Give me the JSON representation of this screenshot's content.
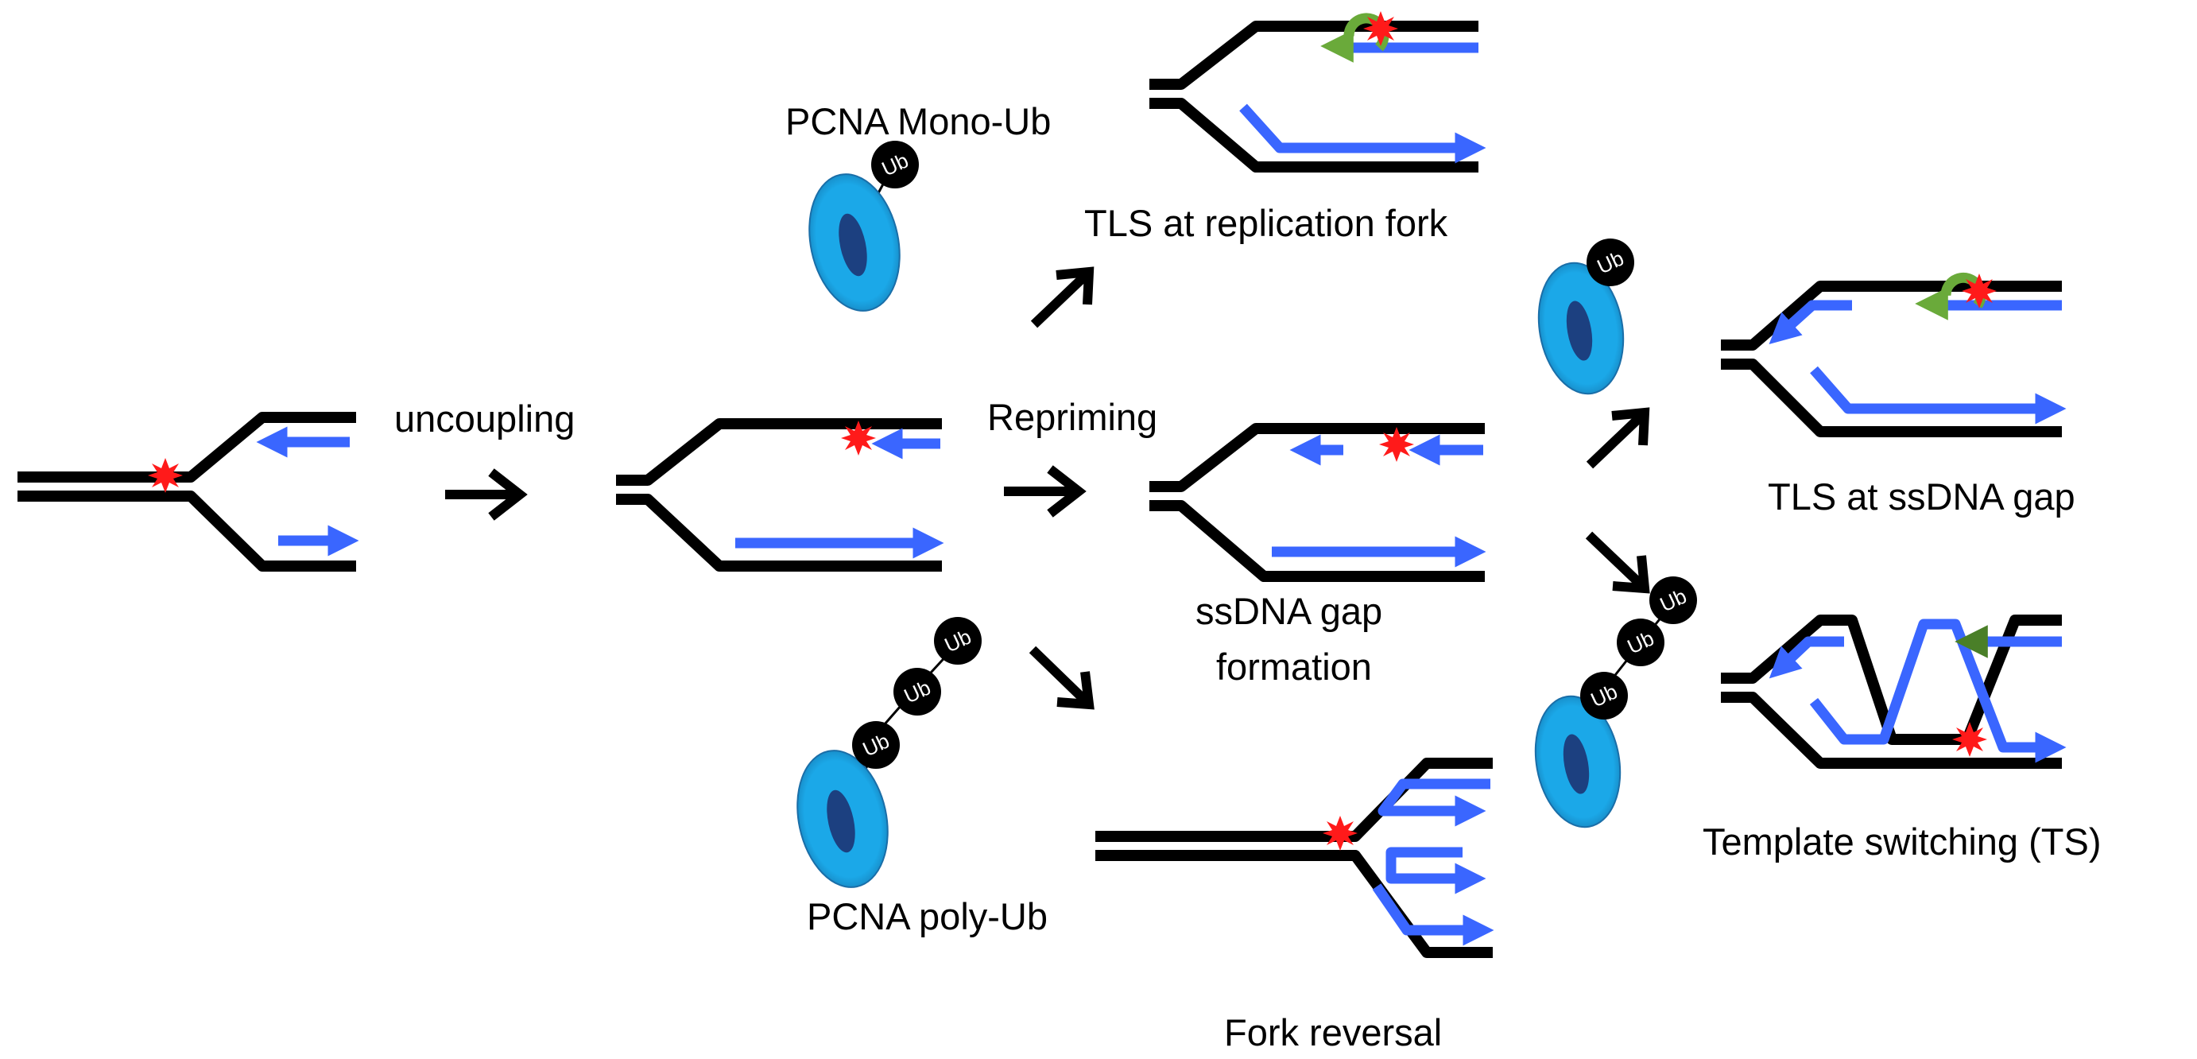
{
  "labels": {
    "uncoupling": "uncoupling",
    "repriming": "Repriming",
    "pcna_mono_ub": "PCNA Mono-Ub",
    "pcna_poly_ub": "PCNA poly-Ub",
    "tls_fork": "TLS at replication fork",
    "ssdna_gap_line1": "ssDNA gap",
    "ssdna_gap_line2": "formation",
    "fork_reversal": "Fork reversal",
    "tls_gap": "TLS at ssDNA gap",
    "template_switching": "Template switching (TS)"
  },
  "ub_label": "Ub",
  "colors": {
    "dna": "#000000",
    "nascent_strand": "#3a66ff",
    "lesion": "#ff1a1a",
    "tls_polymerase": "#6aaa3a",
    "ts_arrow": "#4a7f28",
    "pcna": "#1ba8e8",
    "pcna_center": "#1c3a7a",
    "ubiquitin": "#000000"
  }
}
